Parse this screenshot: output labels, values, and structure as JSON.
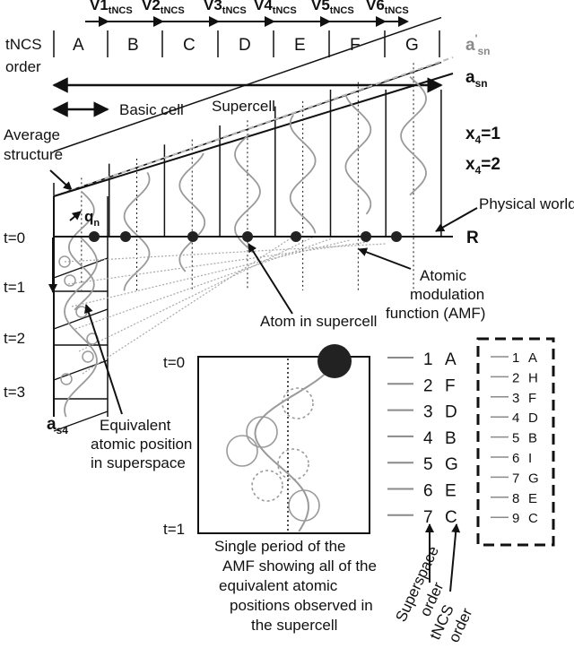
{
  "header": {
    "vector_base": [
      "V1",
      "V2",
      "V3",
      "V4",
      "V5",
      "V6"
    ],
    "vector_sub": "tNCS",
    "tncs_label": "tNCS order",
    "cells": [
      "A",
      "B",
      "C",
      "D",
      "E",
      "F",
      "G"
    ]
  },
  "labels": {
    "a_sn_prime": "a'sn",
    "a_sn": "asn",
    "supercell": "Supercell",
    "basic_cell": "Basic cell",
    "x4_1": "x4=1",
    "x4_2": "x4=2",
    "average_structure": "Average structure",
    "qn": "qn",
    "physical_world": "Physical world",
    "R": "R",
    "amf": "Atomic modulation function (AMF)",
    "atom_in_supercell": "Atom in supercell",
    "equivalent_position": "Equivalent atomic position in superspace",
    "a_s4": "as4",
    "t_labels": [
      "t=0",
      "t=1",
      "t=2",
      "t=3"
    ],
    "zoom_t0": "t=0",
    "zoom_t1": "t=1",
    "single_period": "Single period of the AMF showing all of the equivalent atomic positions observed in the supercell",
    "superspace_order": "Superspace order",
    "tncs_order_rot": "tNCS order"
  },
  "order_list": [
    {
      "n": "1",
      "cell": "A"
    },
    {
      "n": "2",
      "cell": "F"
    },
    {
      "n": "3",
      "cell": "D"
    },
    {
      "n": "4",
      "cell": "B"
    },
    {
      "n": "5",
      "cell": "G"
    },
    {
      "n": "6",
      "cell": "E"
    },
    {
      "n": "7",
      "cell": "C"
    }
  ],
  "box_list": [
    {
      "n": "1",
      "cell": "A"
    },
    {
      "n": "2",
      "cell": "H"
    },
    {
      "n": "3",
      "cell": "F"
    },
    {
      "n": "4",
      "cell": "D"
    },
    {
      "n": "5",
      "cell": "B"
    },
    {
      "n": "6",
      "cell": "I"
    },
    {
      "n": "7",
      "cell": "G"
    },
    {
      "n": "8",
      "cell": "E"
    },
    {
      "n": "9",
      "cell": "C"
    }
  ],
  "colors": {
    "line": "#111111",
    "wave": "#9a9a9a",
    "dashed": "#a8a8a8",
    "atom": "#222222"
  }
}
